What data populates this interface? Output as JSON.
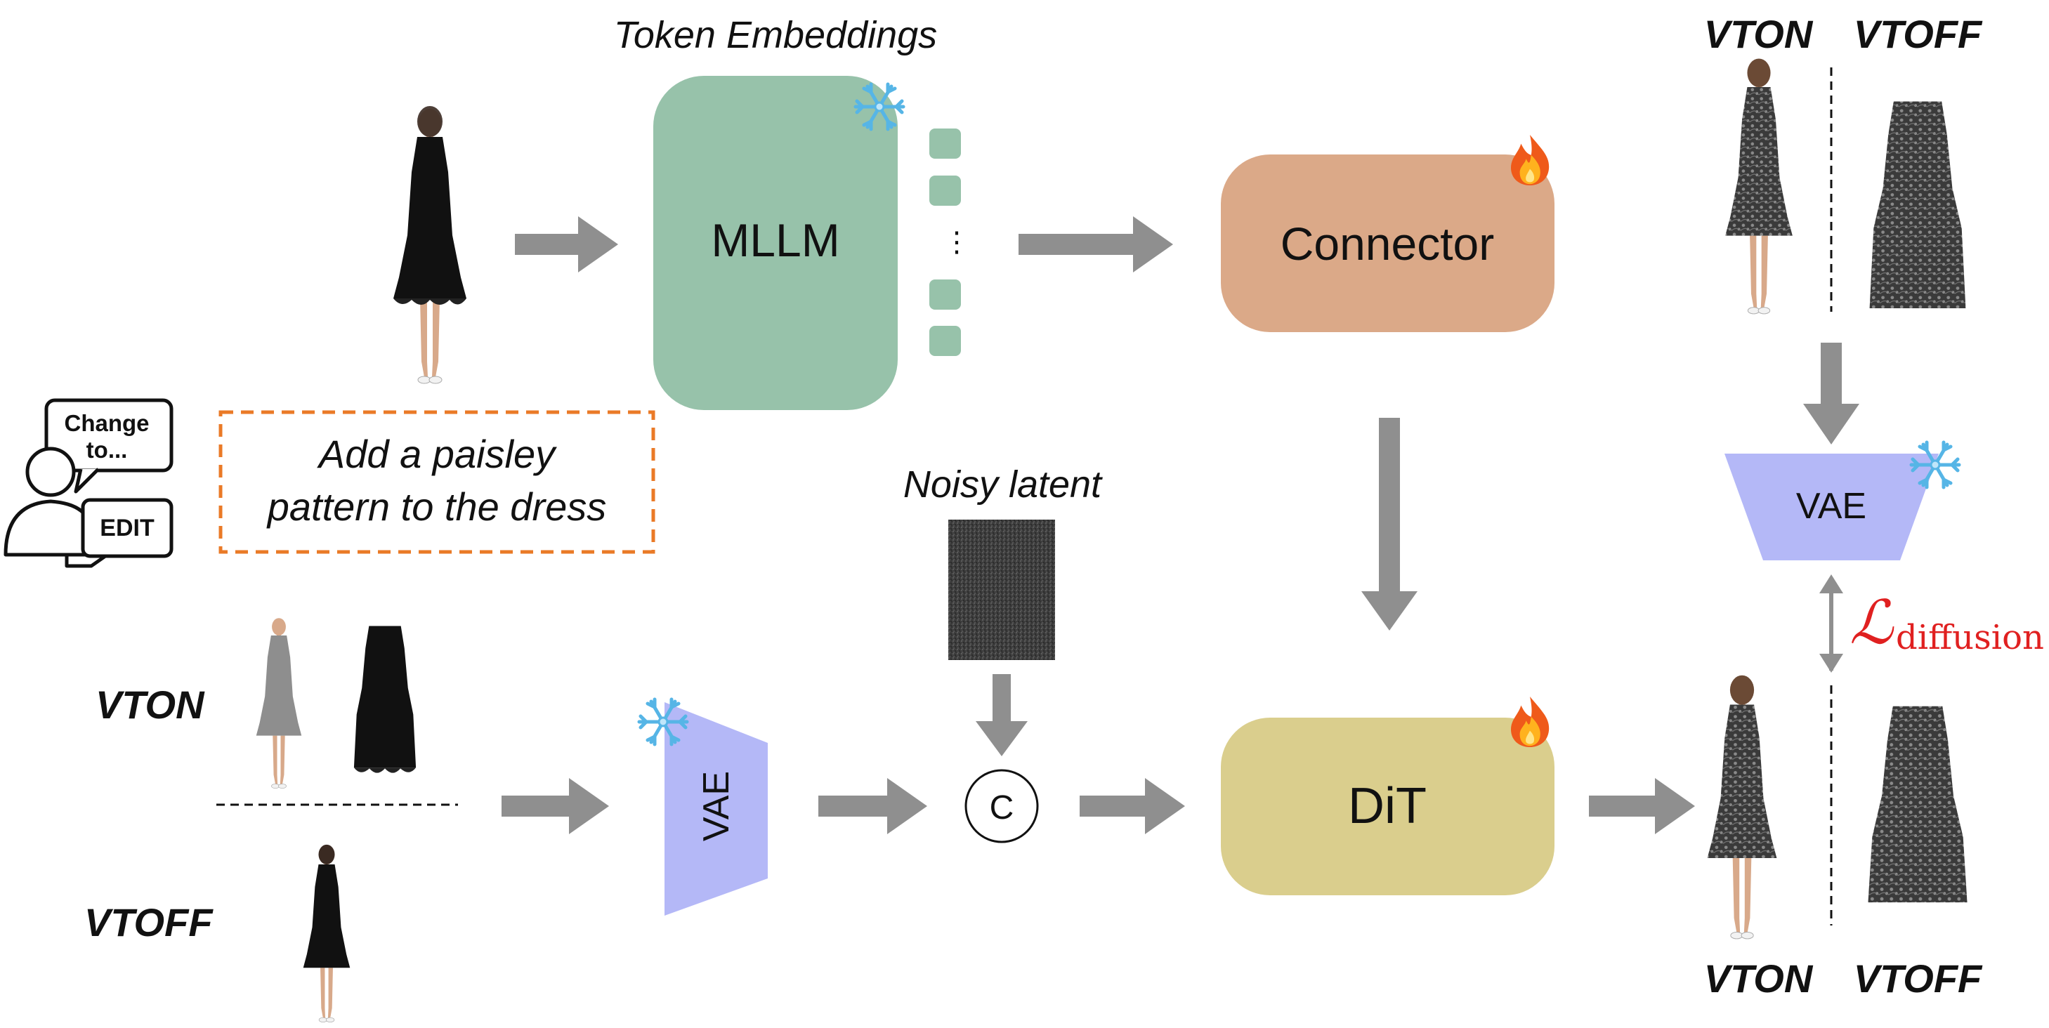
{
  "labels": {
    "token_embeddings": "Token Embeddings",
    "mllm": "MLLM",
    "connector": "Connector",
    "dit": "DiT",
    "vae_top": "VAE",
    "vae_left": "VAE",
    "noisy_latent": "Noisy latent",
    "concat": "C",
    "dots": "⋮",
    "loss_symbol": "ℒ",
    "loss_subscript": "diffusion"
  },
  "instruction": {
    "bubble_line1": "Change",
    "bubble_line2": "to...",
    "edit_label": "EDIT",
    "prompt_line1": "Add a paisley",
    "prompt_line2": "pattern to the dress"
  },
  "inputs": {
    "vton_label": "VTON",
    "vtoff_label": "VTOFF"
  },
  "outputs": {
    "top_vton": "VTON",
    "top_vtoff": "VTOFF",
    "bottom_vton": "VTON",
    "bottom_vtoff": "VTOFF"
  },
  "colors": {
    "mllm": "#97c2aa",
    "connector": "#dba988",
    "dit": "#dace8d",
    "vae": "#b4b8f7",
    "arrow": "#8f8f8f",
    "prompt_border": "#ea7a27",
    "loss": "#e02020"
  },
  "icons": {
    "frozen": "snowflake-icon",
    "trainable": "fire-icon",
    "user": "user-speech-icon"
  }
}
